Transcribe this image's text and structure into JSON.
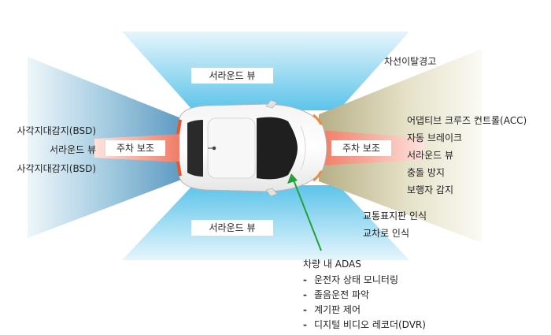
{
  "left_labels": [
    "사각지대감지(BSD)",
    "서라운드 뷰",
    "사각지대감지(BSD)"
  ],
  "boxes": {
    "top_surround": "서라운드 뷰",
    "bottom_surround": "서라운드 뷰",
    "left_parking": "주차 보조",
    "right_parking": "주차 보조"
  },
  "top_right_label": "차선이탈경고",
  "right_labels": [
    "어댑티브 크루즈 컨트롤(ACC)",
    "자동 브레이크",
    "서라운드 뷰",
    "충돌 방지",
    "보행자 감지"
  ],
  "lower_right_labels": [
    "교통표지판 인식",
    "교차로 인식"
  ],
  "adas": {
    "title": "차량 내 ADAS",
    "items": [
      "운전자 상태 모니터링",
      "졸음운전 파악",
      "계기판 제어",
      "디지털 비디오 레코더(DVR)"
    ]
  }
}
